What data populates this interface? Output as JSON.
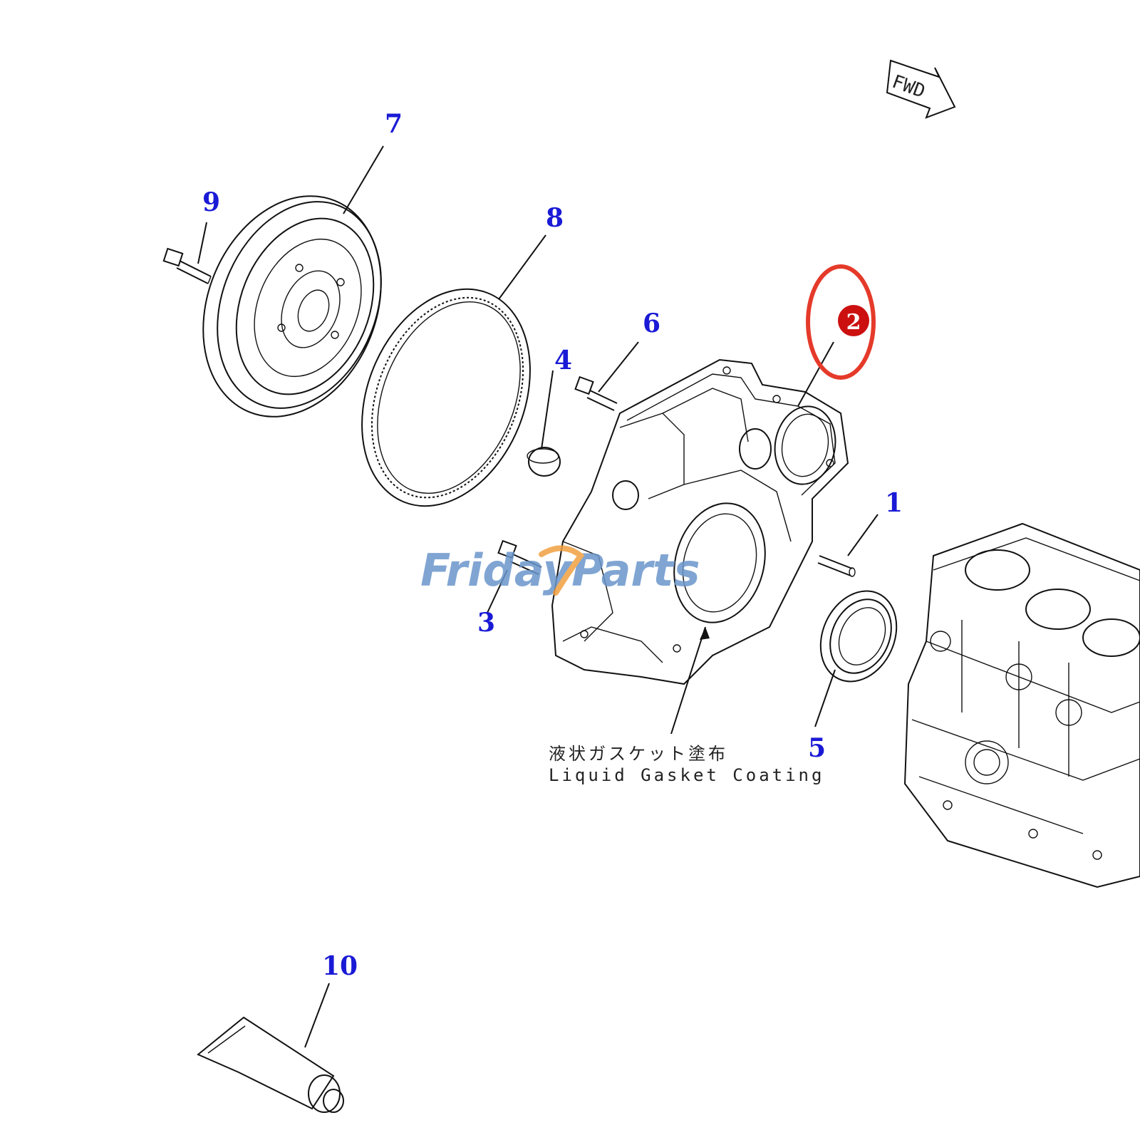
{
  "diagram": {
    "callouts": {
      "c1": "1",
      "c2": "2",
      "c3": "3",
      "c4": "4",
      "c5": "5",
      "c6": "6",
      "c7": "7",
      "c8": "8",
      "c9": "9",
      "c10": "10"
    },
    "highlighted_callout": "2",
    "note_japanese": "液状ガスケット塗布",
    "note_english": "Liquid Gasket Coating",
    "fwd_label": "FWD",
    "watermark": "FridayParts"
  },
  "colors": {
    "callout": "#1a1ad6",
    "highlight_ring": "#e53a2a",
    "highlight_badge": "#cc1010",
    "watermark_blue": "#6a96cc",
    "watermark_orange": "#f0a040"
  }
}
